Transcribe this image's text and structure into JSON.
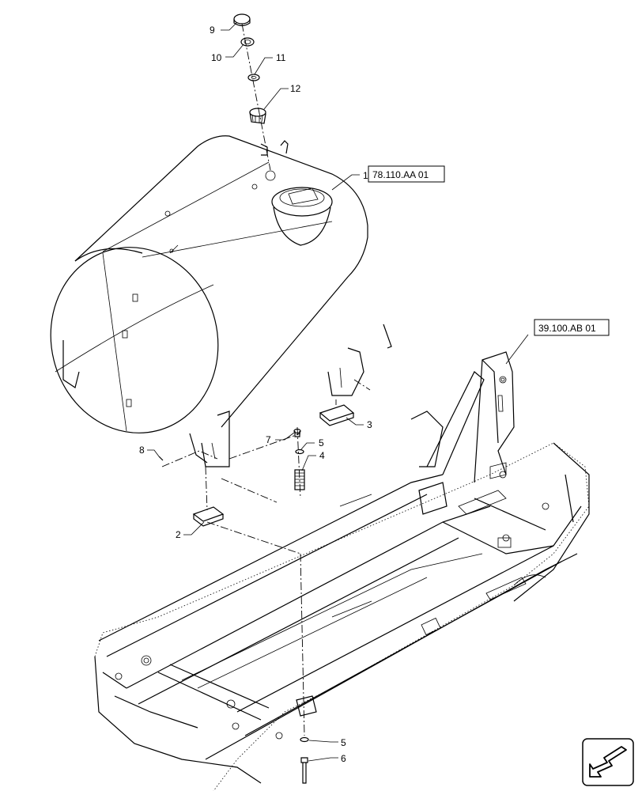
{
  "callouts": {
    "c1": "1",
    "c2": "2",
    "c3": "3",
    "c4": "4",
    "c5a": "5",
    "c5b": "5",
    "c6": "6",
    "c7": "7",
    "c8": "8",
    "c9": "9",
    "c10": "10",
    "c11": "11",
    "c12": "12"
  },
  "references": {
    "tank_ref": "78.110.AA 01",
    "frame_ref": "39.100.AB 01"
  },
  "icons": {
    "nav": "arrow-down-left-icon"
  }
}
